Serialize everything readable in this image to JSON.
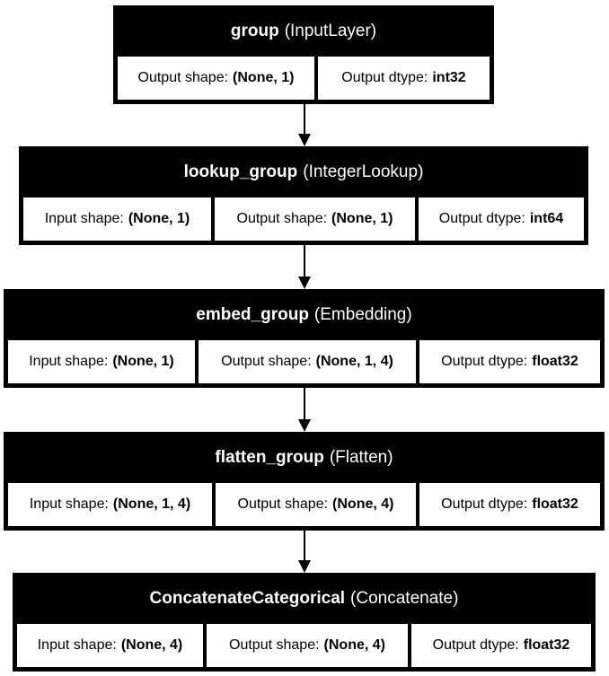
{
  "layers": [
    {
      "name": "group",
      "type": "(InputLayer)",
      "fields": [
        {
          "label": "Output shape:",
          "value": "(None, 1)"
        },
        {
          "label": "Output dtype:",
          "value": "int32"
        }
      ]
    },
    {
      "name": "lookup_group",
      "type": "(IntegerLookup)",
      "fields": [
        {
          "label": "Input shape:",
          "value": "(None, 1)"
        },
        {
          "label": "Output shape:",
          "value": "(None, 1)"
        },
        {
          "label": "Output dtype:",
          "value": "int64"
        }
      ]
    },
    {
      "name": "embed_group",
      "type": "(Embedding)",
      "fields": [
        {
          "label": "Input shape:",
          "value": "(None, 1)"
        },
        {
          "label": "Output shape:",
          "value": "(None, 1, 4)"
        },
        {
          "label": "Output dtype:",
          "value": "float32"
        }
      ]
    },
    {
      "name": "flatten_group",
      "type": "(Flatten)",
      "fields": [
        {
          "label": "Input shape:",
          "value": "(None, 1, 4)"
        },
        {
          "label": "Output shape:",
          "value": "(None, 4)"
        },
        {
          "label": "Output dtype:",
          "value": "float32"
        }
      ]
    },
    {
      "name": "ConcatenateCategorical",
      "type": "(Concatenate)",
      "fields": [
        {
          "label": "Input shape:",
          "value": "(None, 4)"
        },
        {
          "label": "Output shape:",
          "value": "(None, 4)"
        },
        {
          "label": "Output dtype:",
          "value": "float32"
        }
      ]
    }
  ],
  "colors": {
    "node_fill": "#000000",
    "cell_fill": "#ffffff",
    "text_light": "#ffffff",
    "text_dark": "#000000"
  }
}
